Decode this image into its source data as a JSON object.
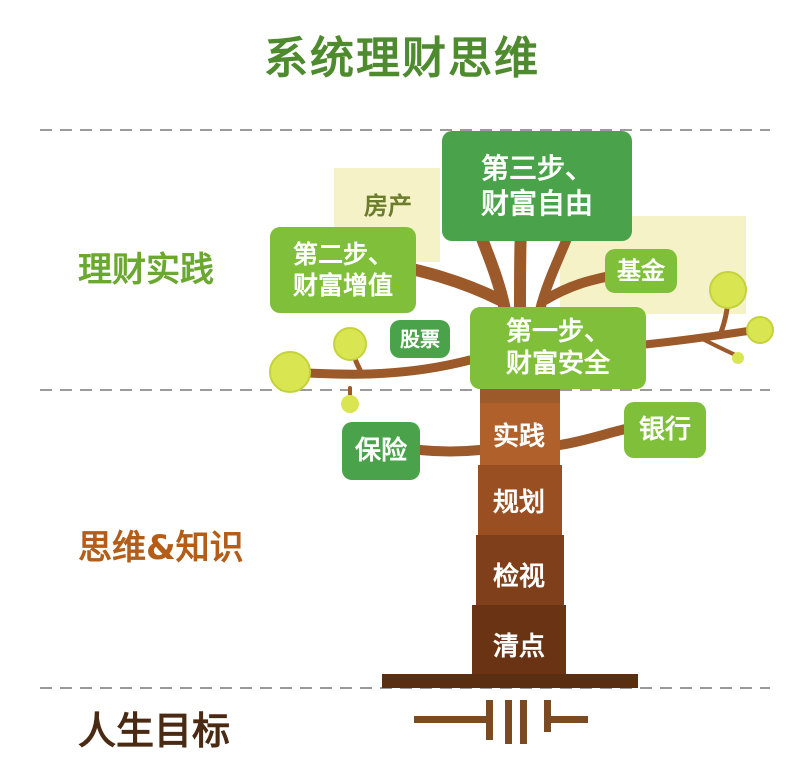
{
  "title": "系统理财思维",
  "sections": {
    "practice": "理财实践",
    "thinking": "思维&知识",
    "goal": "人生目标"
  },
  "nodes": {
    "step3": "第三步、\n财富自由",
    "step2": "第二步、\n财富增值",
    "step1": "第一步、\n财富安全",
    "property": "房产",
    "fund": "基金",
    "stocks": "股票",
    "insurance": "保险",
    "bank": "银行"
  },
  "trunk": [
    "实践",
    "规划",
    "检视",
    "清点"
  ],
  "colors": {
    "dark_green": "#4aa34a",
    "light_green": "#7fbf3a",
    "trunk_brown": "#8a4a1c",
    "title_green": "#4e8a2e"
  }
}
